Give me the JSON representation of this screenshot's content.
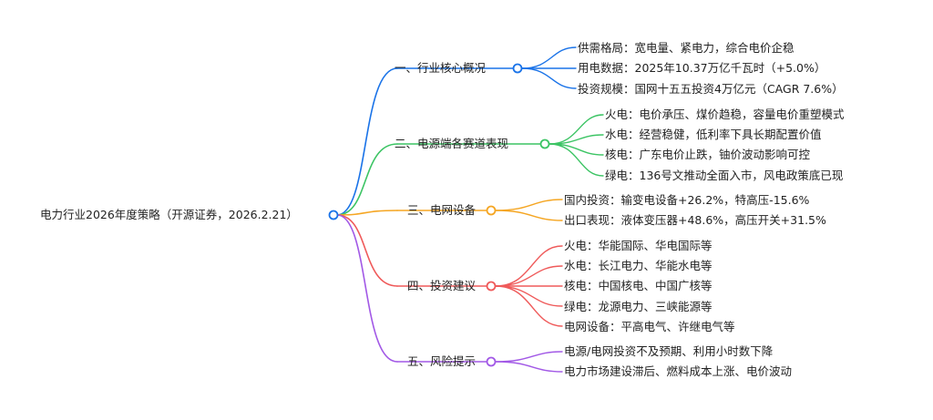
{
  "root": {
    "label": "电力行业2026年度策略（开源证券，2026.2.21）"
  },
  "branches": [
    {
      "label": "一、行业核心概况",
      "color": "#1a73e8",
      "children": [
        {
          "label": "供需格局：宽电量、紧电力，综合电价企稳"
        },
        {
          "label": "用电数据：2025年10.37万亿千瓦时（+5.0%）"
        },
        {
          "label": "投资规模：国网十五五投资4万亿元（CAGR 7.6%）"
        }
      ]
    },
    {
      "label": "二、电源端各赛道表现",
      "color": "#3cc464",
      "children": [
        {
          "label": "火电：电价承压、煤价趋稳，容量电价重塑模式"
        },
        {
          "label": "水电：经营稳健，低利率下具长期配置价值"
        },
        {
          "label": "核电：广东电价止跌，铀价波动影响可控"
        },
        {
          "label": "绿电：136号文推动全面入市，风电政策底已现"
        }
      ]
    },
    {
      "label": "三、电网设备",
      "color": "#f5a623",
      "children": [
        {
          "label": "国内投资：输变电设备+26.2%，特高压-15.6%"
        },
        {
          "label": "出口表现：液体变压器+48.6%，高压开关+31.5%"
        }
      ]
    },
    {
      "label": "四、投资建议",
      "color": "#ef5a5a",
      "children": [
        {
          "label": "火电：华能国际、华电国际等"
        },
        {
          "label": "水电：长江电力、华能水电等"
        },
        {
          "label": "核电：中国核电、中国广核等"
        },
        {
          "label": "绿电：龙源电力、三峡能源等"
        },
        {
          "label": "电网设备：平高电气、许继电气等"
        }
      ]
    },
    {
      "label": "五、风险提示",
      "color": "#a259e6",
      "children": [
        {
          "label": "电源/电网投资不及预期、利用小时数下降"
        },
        {
          "label": "电力市场建设滞后、燃料成本上涨、电价波动"
        }
      ]
    }
  ]
}
